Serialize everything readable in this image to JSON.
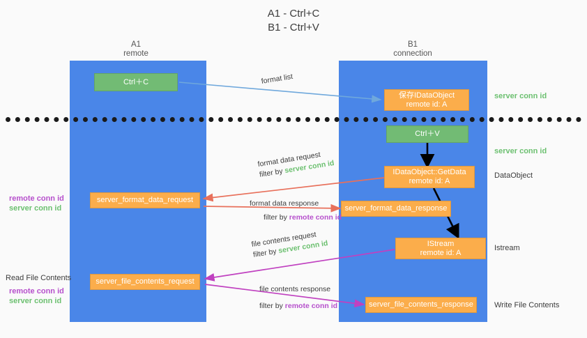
{
  "title": {
    "line1": "A1 - Ctrl+C",
    "line2": "B1 - Ctrl+V"
  },
  "columns": [
    {
      "name": "A1",
      "sub": "remote"
    },
    {
      "name": "B1",
      "sub": "connection"
    }
  ],
  "nodes": [
    {
      "id": "ctrl-c",
      "label": "Ctrl＋C",
      "sub": "",
      "color": "green"
    },
    {
      "id": "save-idataobject",
      "label": "保存IDataObject",
      "sub": "remote id: A",
      "color": "orange"
    },
    {
      "id": "ctrl-v",
      "label": "Ctrl＋V",
      "sub": "",
      "color": "green"
    },
    {
      "id": "idataobject-getdata",
      "label": "IDataObject::GetData",
      "sub": "remote id: A",
      "color": "orange"
    },
    {
      "id": "server-format-data-request",
      "label": "server_format_data_request",
      "sub": "",
      "color": "orange"
    },
    {
      "id": "server-format-data-response",
      "label": "server_format_data_response",
      "sub": "",
      "color": "orange"
    },
    {
      "id": "istream",
      "label": "IStream",
      "sub": "remote id: A",
      "color": "orange"
    },
    {
      "id": "server-file-contents-request",
      "label": "server_file_contents_request",
      "sub": "",
      "color": "orange"
    },
    {
      "id": "server-file-contents-response",
      "label": "server_file_contents_response",
      "sub": "",
      "color": "orange"
    }
  ],
  "edges": [
    {
      "id": "format-list",
      "line1": "format list",
      "line2_prefix": "",
      "line2_key": ""
    },
    {
      "id": "format-data-request",
      "line1": "format data request",
      "line2_prefix": "filter by",
      "line2_key": "server conn id"
    },
    {
      "id": "format-data-response",
      "line1": "format data response",
      "line2_prefix": "filter by",
      "line2_key": "remote conn id"
    },
    {
      "id": "file-contents-request",
      "line1": "file contents request",
      "line2_prefix": "filter by",
      "line2_key": "server conn id"
    },
    {
      "id": "file-contents-response",
      "line1": "file contents response",
      "line2_prefix": "filter by",
      "line2_key": "remote conn id"
    }
  ],
  "right_labels": [
    {
      "id": "server-conn-id-top",
      "text": "server conn id",
      "style": "green"
    },
    {
      "id": "server-conn-id-mid",
      "text": "server conn id",
      "style": "green"
    },
    {
      "id": "dataobject",
      "text": "DataObject",
      "style": "plain"
    },
    {
      "id": "istream-label",
      "text": "Istream",
      "style": "plain"
    },
    {
      "id": "write-file-contents",
      "text": "Write File Contents",
      "style": "plain"
    }
  ],
  "left_labels": [
    {
      "id": "conn-ids-upper",
      "line1": "remote conn id",
      "line2": "server conn id"
    },
    {
      "id": "read-file-contents",
      "text": "Read File Contents"
    },
    {
      "id": "conn-ids-lower",
      "line1": "remote conn id",
      "line2": "server conn id"
    }
  ],
  "colors": {
    "lane": "#4a86e8",
    "green_node": "#72bb74",
    "orange_node": "#fbad4b",
    "blue_arrow": "#6fa8dc",
    "red_arrow": "#e8705b",
    "magenta_arrow": "#c041c0",
    "black_arrow": "#000000",
    "remote_conn_id": "#b650cc",
    "server_conn_id": "#6cc070"
  }
}
